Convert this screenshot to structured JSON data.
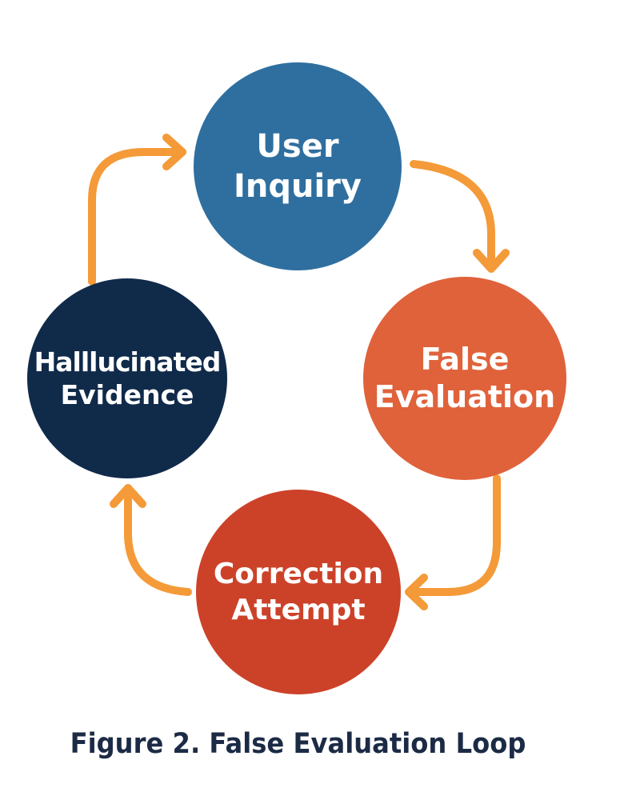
{
  "nodes": [
    {
      "line1": "User",
      "line2": "Inquiry",
      "color": "#2f6f9f"
    },
    {
      "line1": "False",
      "line2": "Evaluation",
      "color": "#e0623b"
    },
    {
      "line1": "Correction",
      "line2": "Attempt",
      "color": "#cc4229"
    },
    {
      "line1": "Halllucinated",
      "line2": "Evidence",
      "color": "#102a4a"
    }
  ],
  "arrow_color": "#f49a38",
  "caption": "Figure 2. False Evaluation Loop"
}
